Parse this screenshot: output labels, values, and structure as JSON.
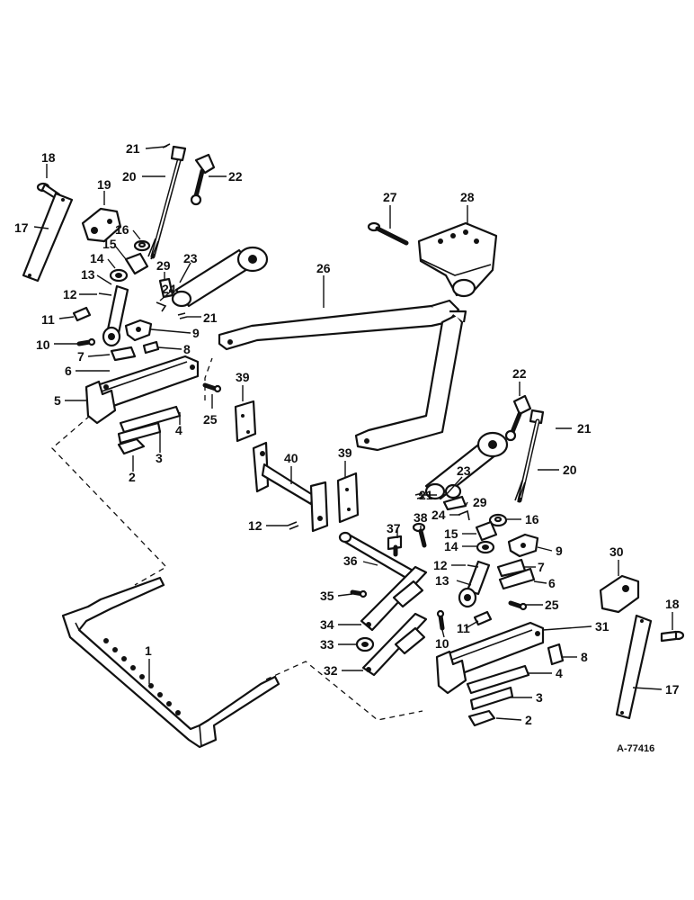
{
  "drawing_ref": "A-77416",
  "callouts": [
    {
      "id": "c18a",
      "label": "18"
    },
    {
      "id": "c17a",
      "label": "17"
    },
    {
      "id": "c21a",
      "label": "21"
    },
    {
      "id": "c20a",
      "label": "20"
    },
    {
      "id": "c22a",
      "label": "22"
    },
    {
      "id": "c19",
      "label": "19"
    },
    {
      "id": "c16a",
      "label": "16"
    },
    {
      "id": "c15a",
      "label": "15"
    },
    {
      "id": "c14a",
      "label": "14"
    },
    {
      "id": "c13a",
      "label": "13"
    },
    {
      "id": "c12a",
      "label": "12"
    },
    {
      "id": "c29a",
      "label": "29"
    },
    {
      "id": "c23a",
      "label": "23"
    },
    {
      "id": "c24a",
      "label": "24"
    },
    {
      "id": "c21b",
      "label": "21"
    },
    {
      "id": "c11a",
      "label": "11"
    },
    {
      "id": "c9a",
      "label": "9"
    },
    {
      "id": "c10a",
      "label": "10"
    },
    {
      "id": "c7a",
      "label": "7"
    },
    {
      "id": "c8a",
      "label": "8"
    },
    {
      "id": "c6a",
      "label": "6"
    },
    {
      "id": "c5",
      "label": "5"
    },
    {
      "id": "c25a",
      "label": "25"
    },
    {
      "id": "c4a",
      "label": "4"
    },
    {
      "id": "c3a",
      "label": "3"
    },
    {
      "id": "c2a",
      "label": "2"
    },
    {
      "id": "c27",
      "label": "27"
    },
    {
      "id": "c28",
      "label": "28"
    },
    {
      "id": "c26",
      "label": "26"
    },
    {
      "id": "c39a",
      "label": "39"
    },
    {
      "id": "c40",
      "label": "40"
    },
    {
      "id": "c39b",
      "label": "39"
    },
    {
      "id": "c12b",
      "label": "12"
    },
    {
      "id": "c22b",
      "label": "22"
    },
    {
      "id": "c21c",
      "label": "21"
    },
    {
      "id": "c20b",
      "label": "20"
    },
    {
      "id": "c23b",
      "label": "23"
    },
    {
      "id": "c21d",
      "label": "21"
    },
    {
      "id": "c29b",
      "label": "29"
    },
    {
      "id": "c24b",
      "label": "24"
    },
    {
      "id": "c16b",
      "label": "16"
    },
    {
      "id": "c15b",
      "label": "15"
    },
    {
      "id": "c38",
      "label": "38"
    },
    {
      "id": "c37",
      "label": "37"
    },
    {
      "id": "c14b",
      "label": "14"
    },
    {
      "id": "c9b",
      "label": "9"
    },
    {
      "id": "c12c",
      "label": "12"
    },
    {
      "id": "c7b",
      "label": "7"
    },
    {
      "id": "c36",
      "label": "36"
    },
    {
      "id": "c13b",
      "label": "13"
    },
    {
      "id": "c6b",
      "label": "6"
    },
    {
      "id": "c30",
      "label": "30"
    },
    {
      "id": "c35",
      "label": "35"
    },
    {
      "id": "c25b",
      "label": "25"
    },
    {
      "id": "c18b",
      "label": "18"
    },
    {
      "id": "c34",
      "label": "34"
    },
    {
      "id": "c11b",
      "label": "11"
    },
    {
      "id": "c10b",
      "label": "10"
    },
    {
      "id": "c31",
      "label": "31"
    },
    {
      "id": "c33",
      "label": "33"
    },
    {
      "id": "c8b",
      "label": "8"
    },
    {
      "id": "c32",
      "label": "32"
    },
    {
      "id": "c4b",
      "label": "4"
    },
    {
      "id": "c17b",
      "label": "17"
    },
    {
      "id": "c1",
      "label": "1"
    },
    {
      "id": "c3b",
      "label": "3"
    },
    {
      "id": "c2b",
      "label": "2"
    }
  ]
}
